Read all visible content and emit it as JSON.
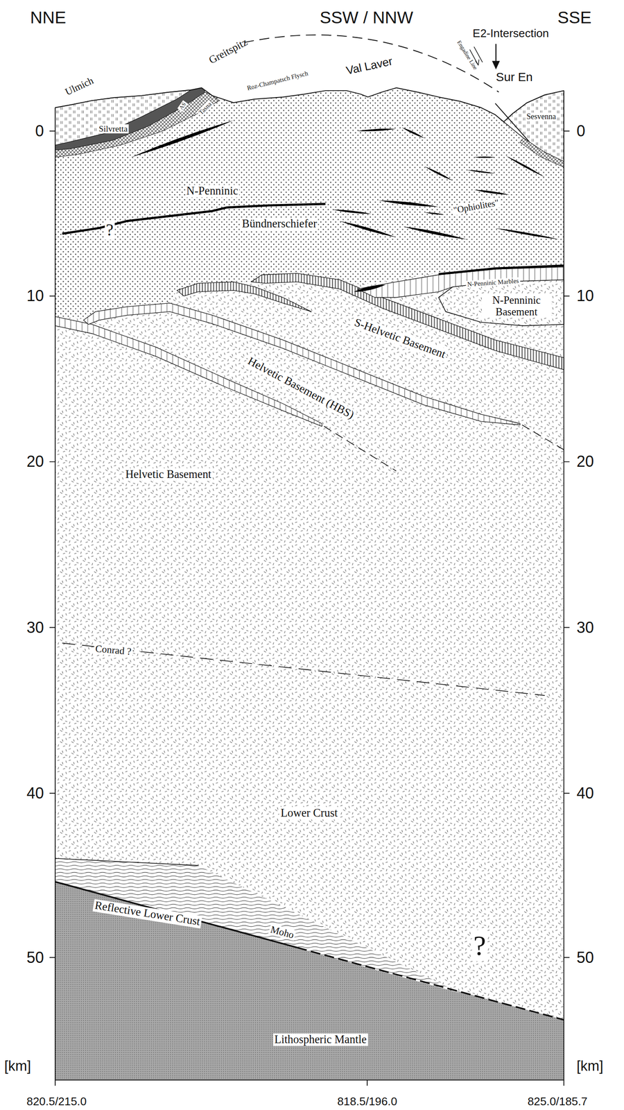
{
  "diagram": {
    "labels": [
      "NNE",
      "SSW / NNW",
      "SSE",
      "E2-Intersection",
      "Ulmich",
      "Greitspitz",
      "Roz-Champatsch Flysch",
      "Val Laver",
      "Engadine Line",
      "Sur En",
      "Silvretta",
      "AS",
      "Tasna",
      "Sesvenna",
      "N-Penninic",
      "Bündnerschiefer",
      "?",
      "\"Ophiolites\"",
      "N-Penninic Marbles",
      "N-Penninic Basement",
      "S-Helvetic Basement",
      "Helvetic Basement (HBS)",
      "Helvetic Basement",
      "Conrad ?",
      "Lower Crust",
      "Reflective Lower Crust",
      "?",
      "Moho",
      "Lithospheric Mantle",
      "0",
      "10",
      "20",
      "30",
      "40",
      "50",
      "[km]",
      "0",
      "10",
      "20",
      "30",
      "40",
      "50",
      "[km]",
      "820.5/215.0",
      "818.5/196.0",
      "825.0/185.7"
    ]
  }
}
